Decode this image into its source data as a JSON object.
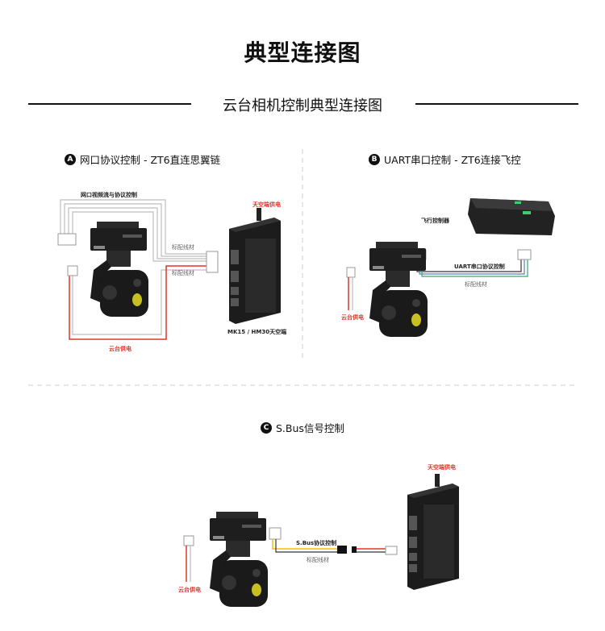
{
  "title": "典型连接图",
  "subtitle": "云台相机控制典型连接图",
  "sections": [
    {
      "badge": "A",
      "label": "网口协议控制 - ZT6直连思翼链",
      "labels": {
        "video": "网口视频流与协议控制",
        "cable1": "标配线材",
        "cable2": "标配线材",
        "air_power": "天空端供电",
        "air_unit": "MK15 / HM30天空端",
        "gimbal_power": "云台供电"
      }
    },
    {
      "badge": "B",
      "label": "UART串口控制 - ZT6连接飞控",
      "labels": {
        "fc": "飞行控制器",
        "uart": "UART串口协议控制",
        "cable": "标配线材",
        "gimbal_power": "云台供电"
      }
    },
    {
      "badge": "C",
      "label": "S.Bus信号控制",
      "labels": {
        "air_power": "天空端供电",
        "sbus": "S.Bus协议控制",
        "cable": "标配线材",
        "gimbal_power": "云台供电"
      }
    }
  ],
  "colors": {
    "power_wire": "#e0352b",
    "signal_wire": "#bdbdbd",
    "sbus_wire": "#f2c200",
    "uart_blue": "#5a7fb5",
    "uart_green": "#3aa37a"
  }
}
